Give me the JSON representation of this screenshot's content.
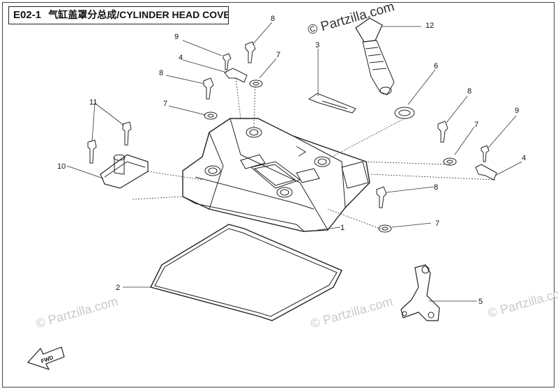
{
  "title": {
    "code": "E02-1",
    "name": "气缸盖罩分总成/CYLINDER HEAD COVER"
  },
  "watermarks": {
    "main": "© Partzilla.com",
    "faint": "© Partzilla.com"
  },
  "fwd_label": "FWD",
  "callouts": {
    "c1": "1",
    "c2": "2",
    "c3": "3",
    "c4a": "4",
    "c4b": "4",
    "c5": "5",
    "c6": "6",
    "c7a": "7",
    "c7b": "7",
    "c7c": "7",
    "c7d": "7",
    "c8a": "8",
    "c8b": "8",
    "c8c": "8",
    "c8d": "8",
    "c9a": "9",
    "c9b": "9",
    "c10": "10",
    "c11": "11",
    "c12": "12"
  },
  "colors": {
    "line": "#222222",
    "watermark": "#c9c9c9"
  }
}
